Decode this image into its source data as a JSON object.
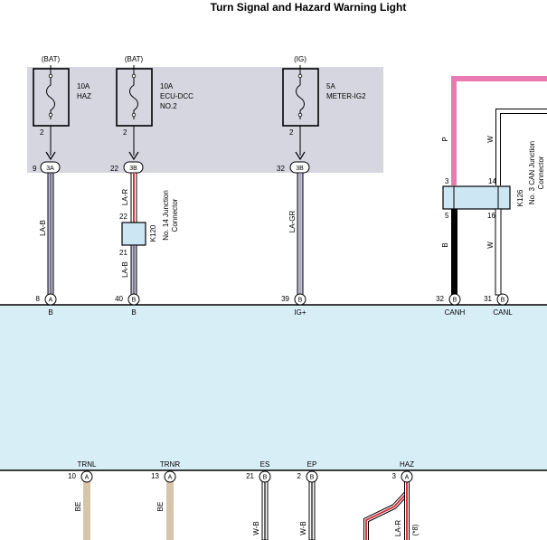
{
  "title": "Turn Signal and Hazard Warning Light",
  "fuses": [
    {
      "source": "(BAT)",
      "rating": "10A",
      "name_line1": "HAZ",
      "name_line2": "",
      "pin": "2",
      "conn_pin": "9",
      "conn": "3A"
    },
    {
      "source": "(BAT)",
      "rating": "10A",
      "name_line1": "ECU-DCC",
      "name_line2": "NO.2",
      "pin": "2",
      "conn_pin": "22",
      "conn": "3B"
    },
    {
      "source": "(IG)",
      "rating": "5A",
      "name_line1": "METER-IG2",
      "name_line2": "",
      "pin": "2",
      "conn_pin": "32",
      "conn": "3B"
    }
  ],
  "wires": {
    "w1": "LA-B",
    "w2_top": "LA-R",
    "w2_bottom": "LA-B",
    "w3": "LA-GR",
    "can_p": "P",
    "can_w_top": "W",
    "can_b": "B",
    "can_w_bottom": "W"
  },
  "junctions": {
    "k120": {
      "code": "K120",
      "line1": "No. 14 Junction",
      "line2": "Connector",
      "pin_top": "22",
      "pin_bottom": "21"
    },
    "k126": {
      "code": "K126",
      "line1": "No. 3 CAN Junction",
      "line2": "Connector",
      "pin_tl": "3",
      "pin_tr": "14",
      "pin_bl": "5",
      "pin_br": "16"
    }
  },
  "ecu_top_terminals": [
    {
      "pin": "8",
      "conn": "A",
      "label": "B"
    },
    {
      "pin": "40",
      "conn": "B",
      "label": "B"
    },
    {
      "pin": "39",
      "conn": "B",
      "label": "IG+"
    },
    {
      "pin": "32",
      "conn": "B",
      "label": "CANH"
    },
    {
      "pin": "31",
      "conn": "B",
      "label": "CANL"
    }
  ],
  "ecu_bottom_terminals": [
    {
      "pin": "10",
      "conn": "A",
      "label": "TRNL",
      "wire": "BE"
    },
    {
      "pin": "13",
      "conn": "A",
      "label": "TRNR",
      "wire": "BE"
    },
    {
      "pin": "21",
      "conn": "B",
      "label": "ES",
      "wire": "W-B"
    },
    {
      "pin": "2",
      "conn": "B",
      "label": "EP",
      "wire": "W-B"
    },
    {
      "pin": "3",
      "conn": "A",
      "label": "HAZ",
      "wire": "LA-R"
    }
  ],
  "note": "(*8)",
  "colors": {
    "fuse_box_bg": "#d5d6e0",
    "ecu_bg": "#d8eef7",
    "junction_bg": "#cce6f3",
    "wire_pink": "#e87bb0",
    "wire_red": "#d9333a",
    "wire_tan": "#d8c4a8",
    "wire_lavender": "#bfbedd",
    "wire_gray": "#c8c8c8"
  }
}
